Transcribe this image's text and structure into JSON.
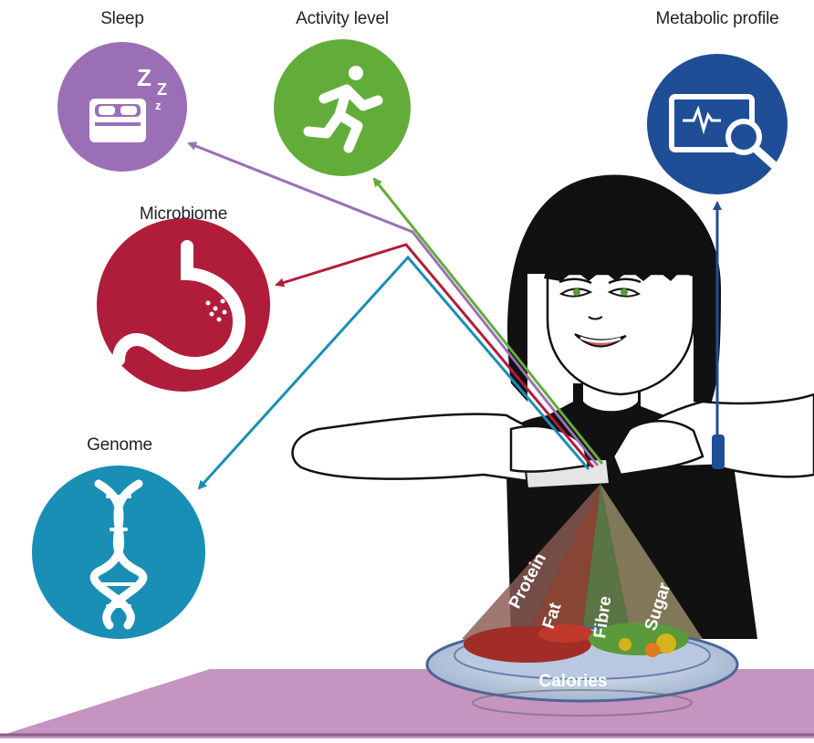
{
  "labels": {
    "sleep": "Sleep",
    "activity": "Activity level",
    "metabolic": "Metabolic profile",
    "microbiome": "Microbiome",
    "genome": "Genome"
  },
  "food_labels": {
    "protein": "Protein",
    "fat": "Fat",
    "fibre": "Fibre",
    "sugar": "Sugar",
    "calories": "Calories"
  },
  "colors": {
    "sleep": "#9b6fb5",
    "activity": "#62ad3a",
    "metabolic": "#1f4e96",
    "microbiome": "#b01d3a",
    "genome": "#1a8fb5",
    "table": "#c594c0",
    "hair": "#111111"
  },
  "icons": {
    "sleep": "bed-zzz-icon",
    "activity": "running-person-icon",
    "metabolic": "monitor-magnifier-icon",
    "microbiome": "stomach-icon",
    "genome": "dna-helix-icon"
  }
}
